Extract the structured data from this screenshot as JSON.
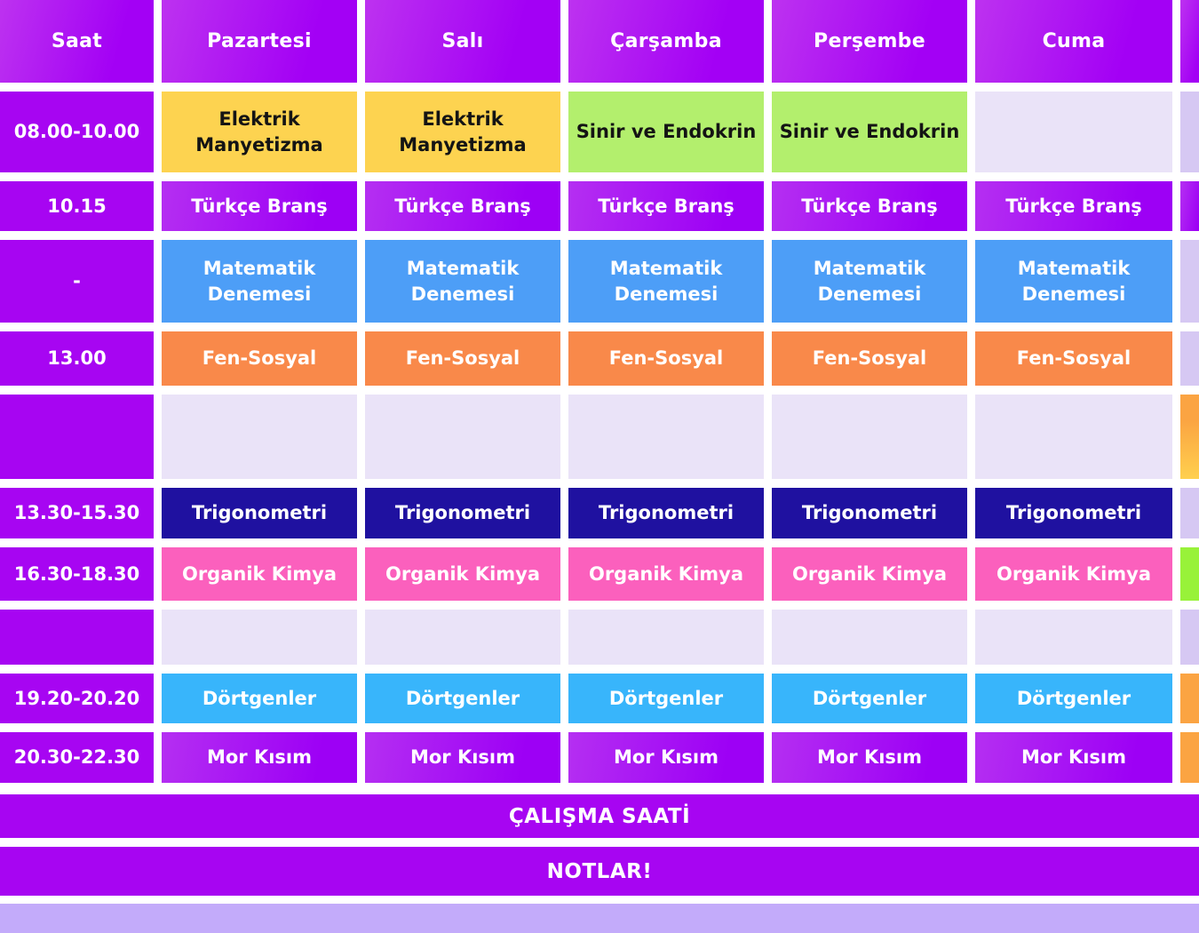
{
  "schedule": {
    "columns": [
      "Saat",
      "Pazartesi",
      "Salı",
      "Çarşamba",
      "Perşembe",
      "Cuma"
    ],
    "rows": [
      {
        "time": "08.00-10.00",
        "cells": [
          {
            "label": "Elektrik Manyetizma",
            "style": "yellow"
          },
          {
            "label": "Elektrik Manyetizma",
            "style": "yellow"
          },
          {
            "label": "Sinir ve Endokrin",
            "style": "green"
          },
          {
            "label": "Sinir ve Endokrin",
            "style": "green"
          },
          {
            "label": "",
            "style": "empty"
          }
        ],
        "edge": "lavender"
      },
      {
        "time": "10.15",
        "cells": [
          {
            "label": "Türkçe Branş",
            "style": "purple"
          },
          {
            "label": "Türkçe Branş",
            "style": "purple"
          },
          {
            "label": "Türkçe Branş",
            "style": "purple"
          },
          {
            "label": "Türkçe Branş",
            "style": "purple"
          },
          {
            "label": "Türkçe Branş",
            "style": "purple"
          }
        ],
        "edge": "purple"
      },
      {
        "time": "-",
        "cells": [
          {
            "label": "Matematik Denemesi",
            "style": "blue"
          },
          {
            "label": "Matematik Denemesi",
            "style": "blue"
          },
          {
            "label": "Matematik Denemesi",
            "style": "blue"
          },
          {
            "label": "Matematik Denemesi",
            "style": "blue"
          },
          {
            "label": "Matematik Denemesi",
            "style": "blue"
          }
        ],
        "edge": "lavender"
      },
      {
        "time": "13.00",
        "cells": [
          {
            "label": "Fen-Sosyal",
            "style": "orange"
          },
          {
            "label": "Fen-Sosyal",
            "style": "orange"
          },
          {
            "label": "Fen-Sosyal",
            "style": "orange"
          },
          {
            "label": "Fen-Sosyal",
            "style": "orange"
          },
          {
            "label": "Fen-Sosyal",
            "style": "orange"
          }
        ],
        "edge": "lavender"
      },
      {
        "time": "",
        "cells": [
          {
            "label": "",
            "style": "empty"
          },
          {
            "label": "",
            "style": "empty"
          },
          {
            "label": "",
            "style": "empty"
          },
          {
            "label": "",
            "style": "empty"
          },
          {
            "label": "",
            "style": "empty"
          }
        ],
        "edge": "orange-grad"
      },
      {
        "time": "13.30-15.30",
        "cells": [
          {
            "label": "Trigonometri",
            "style": "navy"
          },
          {
            "label": "Trigonometri",
            "style": "navy"
          },
          {
            "label": "Trigonometri",
            "style": "navy"
          },
          {
            "label": "Trigonometri",
            "style": "navy"
          },
          {
            "label": "Trigonometri",
            "style": "navy"
          }
        ],
        "edge": "lavender"
      },
      {
        "time": "16.30-18.30",
        "cells": [
          {
            "label": "Organik Kimya",
            "style": "pink"
          },
          {
            "label": "Organik Kimya",
            "style": "pink"
          },
          {
            "label": "Organik Kimya",
            "style": "pink"
          },
          {
            "label": "Organik Kimya",
            "style": "pink"
          },
          {
            "label": "Organik Kimya",
            "style": "pink"
          }
        ],
        "edge": "lime"
      },
      {
        "time": "",
        "cells": [
          {
            "label": "",
            "style": "empty"
          },
          {
            "label": "",
            "style": "empty"
          },
          {
            "label": "",
            "style": "empty"
          },
          {
            "label": "",
            "style": "empty"
          },
          {
            "label": "",
            "style": "empty"
          }
        ],
        "edge": "lavender"
      },
      {
        "time": "19.20-20.20",
        "cells": [
          {
            "label": "Dörtgenler",
            "style": "cyan"
          },
          {
            "label": "Dörtgenler",
            "style": "cyan"
          },
          {
            "label": "Dörtgenler",
            "style": "cyan"
          },
          {
            "label": "Dörtgenler",
            "style": "cyan"
          },
          {
            "label": "Dörtgenler",
            "style": "cyan"
          }
        ],
        "edge": "orange"
      },
      {
        "time": "20.30-22.30",
        "cells": [
          {
            "label": "Mor Kısım",
            "style": "purple"
          },
          {
            "label": "Mor Kısım",
            "style": "purple"
          },
          {
            "label": "Mor Kısım",
            "style": "purple"
          },
          {
            "label": "Mor Kısım",
            "style": "purple"
          },
          {
            "label": "Mor Kısım",
            "style": "purple"
          }
        ],
        "edge": "orange"
      }
    ],
    "footer": {
      "work_hours_label": "ÇALIŞMA SAATİ",
      "notes_label": "NOTLAR!"
    },
    "colors": {
      "purple_solid": "#a705f2",
      "purple_gradient_start": "#b52ff2",
      "purple_gradient_end": "#9d00f5",
      "yellow": "#fdd350",
      "green": "#b3ef6d",
      "blue": "#4d9ef7",
      "orange": "#f9894a",
      "navy": "#1f11a0",
      "pink": "#fb60bd",
      "cyan": "#38b5fb",
      "empty_cell": "#eae3f8",
      "edge_lavender": "#d6c8f3",
      "edge_orange": "#fba442",
      "edge_lime": "#98f239",
      "bottom_bar": "#c3abfa",
      "text_on_dark": "#ffffff",
      "text_on_light": "#141414"
    }
  }
}
